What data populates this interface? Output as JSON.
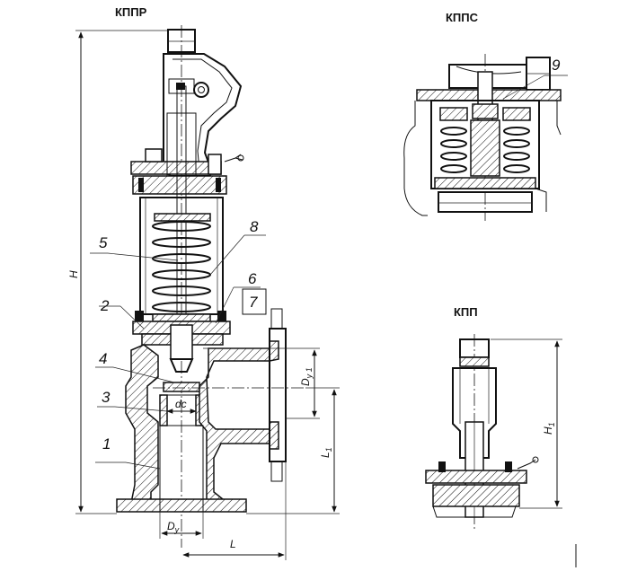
{
  "titles": {
    "main": "КППР",
    "top_right": "КППС",
    "bottom_right": "КПП"
  },
  "callouts": {
    "n1": "1",
    "n2": "2",
    "n3": "3",
    "n4": "4",
    "n5": "5",
    "n6": "6",
    "n7": "7",
    "n8": "8",
    "n9": "9"
  },
  "dimensions": {
    "H": "H",
    "H1": "H",
    "H1_sub": "1",
    "L1": "L",
    "L1_sub": "1",
    "L": "L",
    "Dy": "D",
    "Dy_sub": "y",
    "Dy1": "D",
    "Dy1_sub": "y 1",
    "dc": "dc"
  }
}
